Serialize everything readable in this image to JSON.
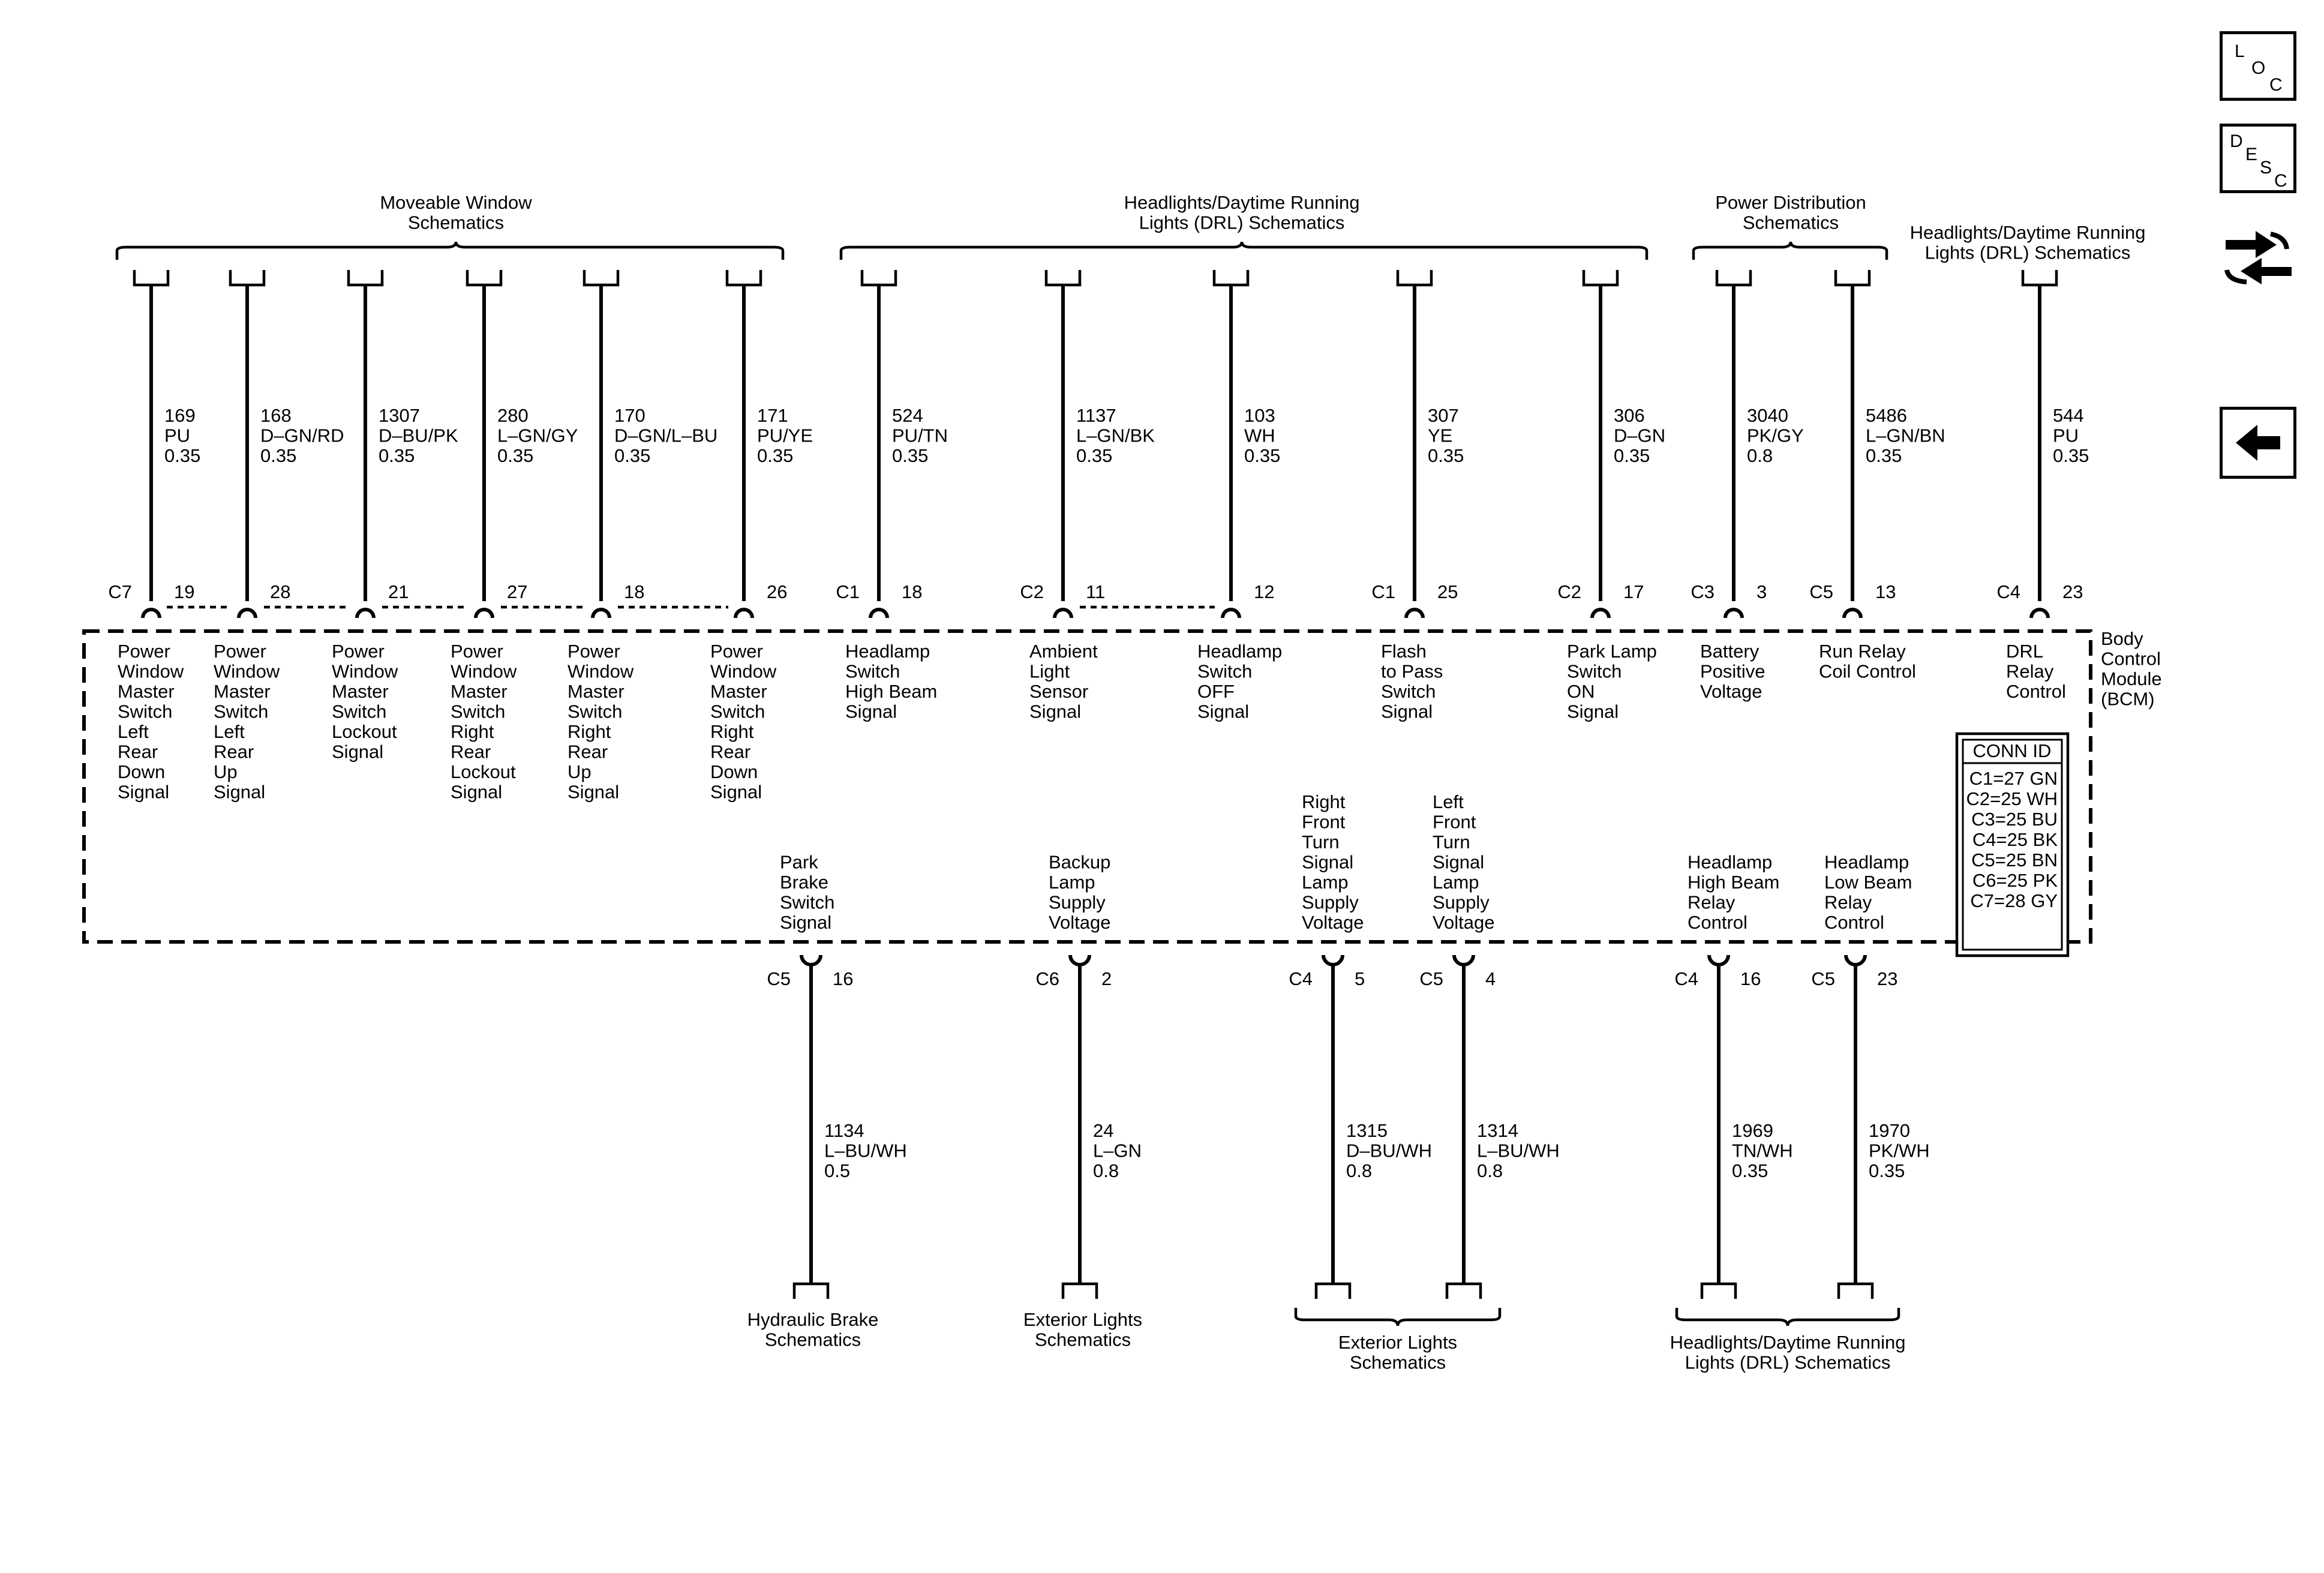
{
  "top_groups": [
    "Moveable Window\nSchematics",
    "Headlights/Daytime Running\nLights (DRL) Schematics",
    "Power Distribution\nSchematics",
    "Headlights/Daytime Running\nLights (DRL) Schematics"
  ],
  "bottom_groups": [
    "Hydraulic Brake\nSchematics",
    "Exterior Lights\nSchematics",
    "Exterior Lights\nSchematics",
    "Headlights/Daytime Running\nLights (DRL) Schematics"
  ],
  "module": {
    "name": "Body\nControl\nModule\n(BCM)"
  },
  "conn_id": {
    "title": "CONN ID",
    "rows": [
      "C1=27 GN",
      "C2=25 WH",
      "C3=25 BU",
      "C4=25 BK",
      "C5=25 BN",
      "C6=25 PK",
      "C7=28 GY"
    ]
  },
  "top_circuits": [
    {
      "circuit": "169",
      "color": "PU",
      "gauge": "0.35",
      "connector": "C7",
      "pin": "19",
      "signal": "Power\nWindow\nMaster\nSwitch\nLeft\nRear\nDown\nSignal"
    },
    {
      "circuit": "168",
      "color": "D–GN/RD",
      "gauge": "0.35",
      "connector": "",
      "pin": "28",
      "signal": "Power\nWindow\nMaster\nSwitch\nLeft\nRear\nUp\nSignal"
    },
    {
      "circuit": "1307",
      "color": "D–BU/PK",
      "gauge": "0.35",
      "connector": "",
      "pin": "21",
      "signal": "Power\nWindow\nMaster\nSwitch\nLockout\nSignal"
    },
    {
      "circuit": "280",
      "color": "L–GN/GY",
      "gauge": "0.35",
      "connector": "",
      "pin": "27",
      "signal": "Power\nWindow\nMaster\nSwitch\nRight\nRear\nLockout\nSignal"
    },
    {
      "circuit": "170",
      "color": "D–GN/L–BU",
      "gauge": "0.35",
      "connector": "",
      "pin": "18",
      "signal": "Power\nWindow\nMaster\nSwitch\nRight\nRear\nUp\nSignal"
    },
    {
      "circuit": "171",
      "color": "PU/YE",
      "gauge": "0.35",
      "connector": "",
      "pin": "26",
      "signal": "Power\nWindow\nMaster\nSwitch\nRight\nRear\nDown\nSignal"
    },
    {
      "circuit": "524",
      "color": "PU/TN",
      "gauge": "0.35",
      "connector": "C1",
      "pin": "18",
      "signal": "Headlamp\nSwitch\nHigh Beam\nSignal"
    },
    {
      "circuit": "1137",
      "color": "L–GN/BK",
      "gauge": "0.35",
      "connector": "C2",
      "pin": "11",
      "signal": "Ambient\nLight\nSensor\nSignal"
    },
    {
      "circuit": "103",
      "color": "WH",
      "gauge": "0.35",
      "connector": "",
      "pin": "12",
      "signal": "Headlamp\nSwitch\nOFF\nSignal"
    },
    {
      "circuit": "307",
      "color": "YE",
      "gauge": "0.35",
      "connector": "C1",
      "pin": "25",
      "signal": "Flash\nto Pass\nSwitch\nSignal"
    },
    {
      "circuit": "306",
      "color": "D–GN",
      "gauge": "0.35",
      "connector": "C2",
      "pin": "17",
      "signal": "Park Lamp\nSwitch\nON\nSignal"
    },
    {
      "circuit": "3040",
      "color": "PK/GY",
      "gauge": "0.8",
      "connector": "C3",
      "pin": "3",
      "signal": "Battery\nPositive\nVoltage"
    },
    {
      "circuit": "5486",
      "color": "L–GN/BN",
      "gauge": "0.35",
      "connector": "C5",
      "pin": "13",
      "signal": "Run Relay\nCoil Control"
    },
    {
      "circuit": "544",
      "color": "PU",
      "gauge": "0.35",
      "connector": "C4",
      "pin": "23",
      "signal": "DRL\nRelay\nControl"
    }
  ],
  "bottom_circuits": [
    {
      "circuit": "1134",
      "color": "L–BU/WH",
      "gauge": "0.5",
      "connector": "C5",
      "pin": "16",
      "signal": "Park\nBrake\nSwitch\nSignal"
    },
    {
      "circuit": "24",
      "color": "L–GN",
      "gauge": "0.8",
      "connector": "C6",
      "pin": "2",
      "signal": "Backup\nLamp\nSupply\nVoltage"
    },
    {
      "circuit": "1315",
      "color": "D–BU/WH",
      "gauge": "0.8",
      "connector": "C4",
      "pin": "5",
      "signal": "Right\nFront\nTurn\nSignal\nLamp\nSupply\nVoltage"
    },
    {
      "circuit": "1314",
      "color": "L–BU/WH",
      "gauge": "0.8",
      "connector": "C5",
      "pin": "4",
      "signal": "Left\nFront\nTurn\nSignal\nLamp\nSupply\nVoltage"
    },
    {
      "circuit": "1969",
      "color": "TN/WH",
      "gauge": "0.35",
      "connector": "C4",
      "pin": "16",
      "signal": "Headlamp\nHigh Beam\nRelay\nControl"
    },
    {
      "circuit": "1970",
      "color": "PK/WH",
      "gauge": "0.35",
      "connector": "C5",
      "pin": "23",
      "signal": "Headlamp\nLow Beam\nRelay\nControl"
    }
  ],
  "nav": {
    "loc": [
      "L",
      "O",
      "C"
    ],
    "desc": [
      "D",
      "E",
      "S",
      "C"
    ],
    "icons": [
      "two-way-arrows-icon",
      "back-arrow-icon"
    ]
  }
}
